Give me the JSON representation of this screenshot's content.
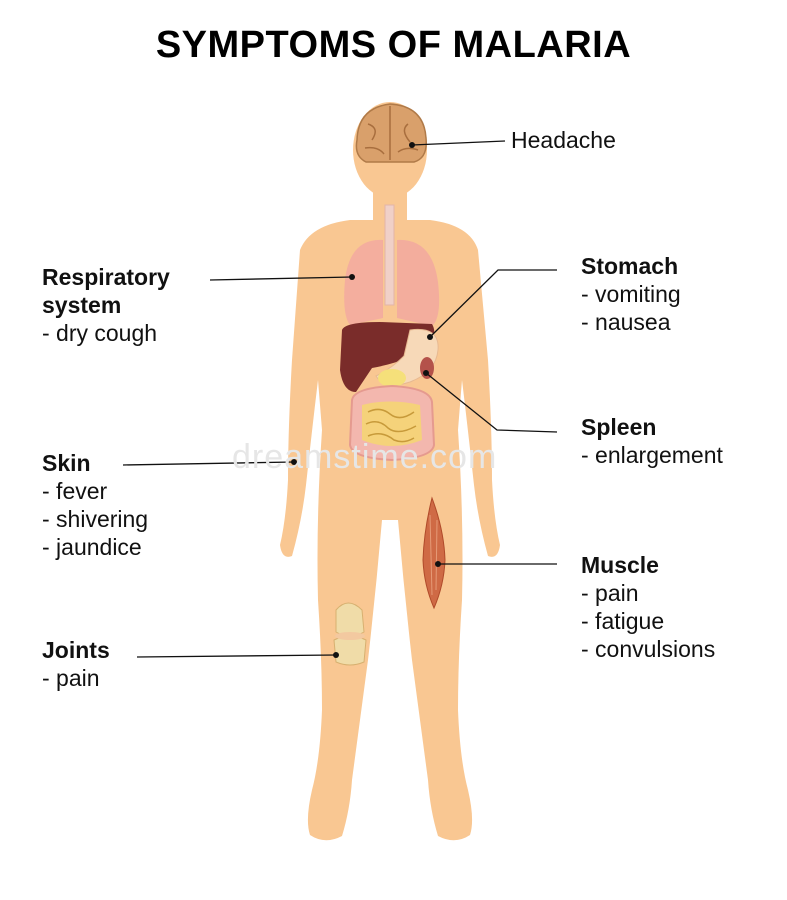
{
  "title": "SYMPTOMS OF MALARIA",
  "watermark": "dreamstime.com",
  "colors": {
    "skin": "#f9c792",
    "lung": "#f3a9a0",
    "liver": "#7a2c2a",
    "intestine": "#f5d27a",
    "stomach": "#f7d9b8",
    "muscle": "#cf6a45",
    "brain": "#d9a06b",
    "leader_line": "#111111"
  },
  "labels": {
    "headache": {
      "heading": "Headache"
    },
    "respiratory": {
      "heading_line1": "Respiratory",
      "heading_line2": "system",
      "items": [
        "- dry cough"
      ]
    },
    "skin": {
      "heading": "Skin",
      "items": [
        "- fever",
        "- shivering",
        "- jaundice"
      ]
    },
    "joints": {
      "heading": "Joints",
      "items": [
        "- pain"
      ]
    },
    "stomach": {
      "heading": "Stomach",
      "items": [
        "- vomiting",
        "- nausea"
      ]
    },
    "spleen": {
      "heading": "Spleen",
      "items": [
        "- enlargement"
      ]
    },
    "muscle": {
      "heading": "Muscle",
      "items": [
        "- pain",
        "- fatigue",
        "- convulsions"
      ]
    }
  }
}
